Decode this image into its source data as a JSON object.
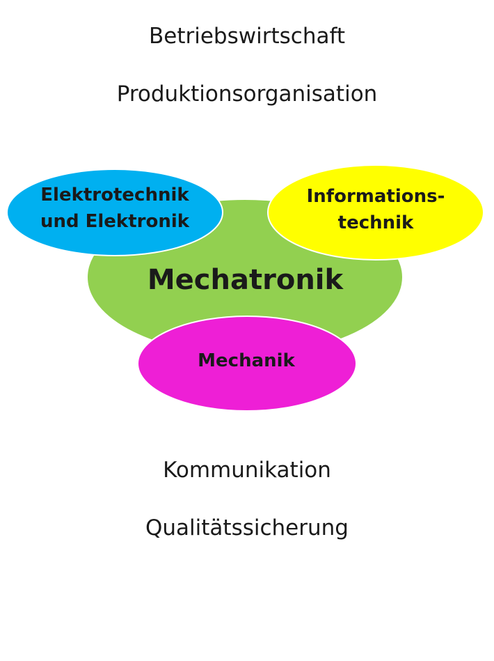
{
  "top_items": [
    "Betriebswirtschaft",
    "Produktionsorganisation"
  ],
  "bottom_items": [
    "Kommunikation",
    "Qualitätssicherung"
  ],
  "diagram": {
    "center": {
      "label": "Mechatronik",
      "color": "#92d050"
    },
    "blue": {
      "label": "Elektrotechnik\nund Elektronik",
      "color": "#00b0f0"
    },
    "yellow": {
      "label": "Informations-\ntechnik",
      "color": "#ffff00"
    },
    "magenta": {
      "label": "Mechanik",
      "color": "#ee1fd6"
    },
    "outline_color": "#ffffff"
  }
}
